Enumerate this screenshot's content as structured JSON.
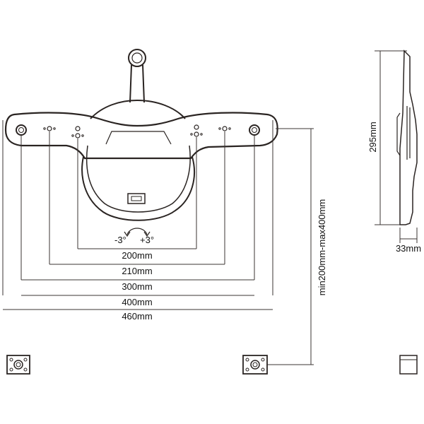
{
  "diagram": {
    "rotation": {
      "minus": "-3°",
      "plus": "+3°"
    },
    "horizontal_dimensions": [
      "200mm",
      "210mm",
      "300mm",
      "400mm",
      "460mm"
    ],
    "vertical_dimension": "min200mm-max400mm",
    "side_view": {
      "height": "295mm",
      "depth": "33mm"
    },
    "colors": {
      "ink": "#2a2422",
      "dimension_line": "#3b3433"
    }
  }
}
